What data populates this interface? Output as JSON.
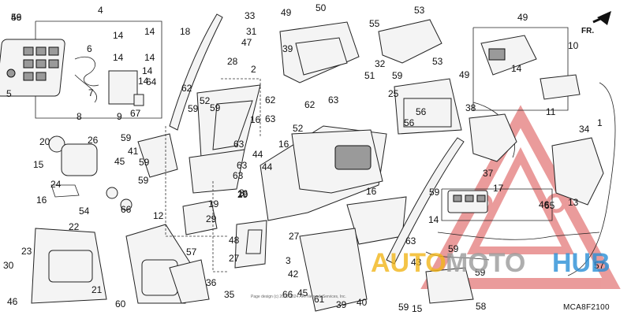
{
  "diagram": {
    "code": "MCA8F2100",
    "direction": "FR.",
    "copyright": "Page design (c) 2000-2024 ARI Network Services, Inc.",
    "watermark": {
      "auto": "AUTO",
      "moto": "MOTO",
      "hub": "HUB"
    },
    "callouts": [
      "46",
      "4",
      "18",
      "33",
      "49",
      "50",
      "55",
      "53",
      "49",
      "10",
      "14",
      "14",
      "6",
      "14",
      "14",
      "14",
      "31",
      "47",
      "39",
      "5",
      "14",
      "7",
      "64",
      "28",
      "2",
      "51",
      "32",
      "59",
      "25",
      "53",
      "49",
      "14",
      "11",
      "8",
      "9",
      "67",
      "62",
      "52",
      "62",
      "62",
      "63",
      "63",
      "56",
      "56",
      "38",
      "59",
      "59",
      "59",
      "16",
      "52",
      "16",
      "1",
      "20",
      "26",
      "15",
      "59",
      "41",
      "63",
      "44",
      "63",
      "44",
      "34",
      "45",
      "59",
      "63",
      "16",
      "37",
      "24",
      "66",
      "3",
      "16",
      "54",
      "22",
      "65",
      "19",
      "29",
      "29",
      "16",
      "59",
      "17",
      "14",
      "46",
      "13",
      "12",
      "48",
      "27",
      "27",
      "63",
      "59",
      "23",
      "57",
      "43",
      "59",
      "30",
      "36",
      "35",
      "42",
      "3",
      "45",
      "61",
      "66",
      "39",
      "40",
      "59",
      "15",
      "46",
      "60",
      "57",
      "58",
      "21",
      "59"
    ]
  }
}
